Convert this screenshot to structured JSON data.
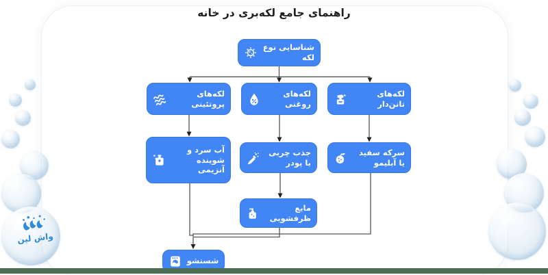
{
  "title": "راهنمای جامع لکه‌بری در خانه",
  "watermark": {
    "logo_text": "واش لین"
  },
  "colors": {
    "node_fill": "#4285f4",
    "node_text": "#ffffff",
    "connector": "#555555",
    "arrowhead": "#222222",
    "footer_bar": "#4d6e55",
    "logo_blue": "#2f8ad8",
    "card_background": "#ffffff"
  },
  "flowchart": {
    "nodes": {
      "identify": {
        "label": "شناسایی نوع لکه",
        "icon": "germ-icon"
      },
      "protein": {
        "label": "لکه‌های پروتئینی",
        "icon": "protein-squiggle-icon"
      },
      "oily": {
        "label": "لکه‌های روغنی",
        "icon": "oil-drop-percent-icon"
      },
      "tannin": {
        "label": "لکه‌های تانن‌دار",
        "icon": "coffee-grinder-icon"
      },
      "cold_water": {
        "label": "آب سرد و شوینده آنزیمی",
        "icon": "detergent-jug-icon"
      },
      "absorb": {
        "label": "جذب چربی با پودر",
        "icon": "powder-brush-icon"
      },
      "vinegar": {
        "label": "سرکه سفید یا آبلیمو",
        "icon": "lemon-icon"
      },
      "dish_soap": {
        "label": "مایع ظرفشویی",
        "icon": "soap-pump-icon"
      },
      "wash": {
        "label": "شستشو",
        "icon": "washing-machine-icon"
      }
    },
    "edges": [
      {
        "from": "identify",
        "to": "protein"
      },
      {
        "from": "identify",
        "to": "oily"
      },
      {
        "from": "identify",
        "to": "tannin"
      },
      {
        "from": "protein",
        "to": "cold_water"
      },
      {
        "from": "oily",
        "to": "absorb"
      },
      {
        "from": "tannin",
        "to": "vinegar"
      },
      {
        "from": "absorb",
        "to": "dish_soap"
      },
      {
        "from": "cold_water",
        "to": "wash"
      },
      {
        "from": "dish_soap",
        "to": "wash"
      },
      {
        "from": "vinegar",
        "to": "wash"
      }
    ]
  }
}
